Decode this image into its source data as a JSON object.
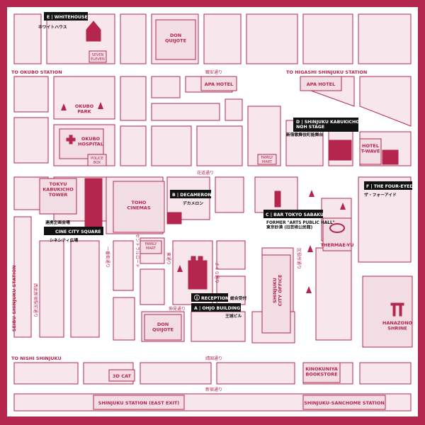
{
  "edges": {
    "top_left": "TO OKUBO STATION",
    "top_right": "TO HIGASHI SHINJUKU STATION",
    "bottom_left": "TO NISHI SHINJUKU",
    "left_vertical": "SEIBU-SHINJUKU STATION"
  },
  "streets": {
    "shokuan": "職安通り",
    "hanamichi": "花道通り",
    "yasukuni": "靖国通り",
    "shinjuku": "新宿通り",
    "central_road": "セントラルロード",
    "kuyakusho": "区役所通り",
    "nishi_seibu": "西武新宿駅前通り",
    "sakura": "さくら通り",
    "ichiban": "一番街通り",
    "nakadori": "伸見通り",
    "ko_street": "東通り"
  },
  "places": {
    "don_quijote_top": "DON\nQUIJOTE",
    "seven_eleven": "SEVEN\nELEVEN",
    "apa_hotel_1": "APA HOTEL",
    "apa_hotel_2": "APA HOTEL",
    "okubo_park": "OKUBO\nPARK",
    "okubo_hospital": "OKUBO\nHOSPITAL",
    "police_box": "POLICE\nBOX",
    "family_mart_1": "FAMILY\nMART",
    "family_mart_2": "FAMILY\nMART",
    "hotel_twave": "HOTEL\nT-WAVE",
    "tokyu_tower": "TOKYU\nKABUKICHO\nTOWER",
    "toho_cinemas": "TOHO\nCINEMAS",
    "thermae_yu": "THERMAE-YU",
    "city_office": "SHINJUKU\nCITY OFFICE",
    "hanazono": "HANAZONO\nSHRINE",
    "don_quijote_bottom": "DON\nQUIJOTE",
    "cat_3d": "3D CAT",
    "kinokuniya": "KINOKUNIYA\nBOOKSTORE",
    "shinjuku_station": "SHINJUKU STATION (EAST EXIT)",
    "sanchome_station": "SHINJUKU-SANCHOME STATION"
  },
  "venues": {
    "E": {
      "label": "E | WHITEHOUSE",
      "sub": "ホワイトハウス"
    },
    "D": {
      "label": "D | SHINJUKU KABUKICHO\nNOH STAGE",
      "sub": "新宿歌舞伎町能舞台"
    },
    "B": {
      "label": "B | DECAMERON",
      "sub": "デカメロン"
    },
    "F": {
      "label": "F | THE FOUR-EYED",
      "sub": "ザ・フォーアイド"
    },
    "C": {
      "label": "C | BAR TOKYO SABAKU",
      "sub": "FORMER \"ARTS PUBLIC HALL\"\n東京砂漠 (旧芸術公民館)"
    },
    "CINE": {
      "label": "CINE CITY SQUARE",
      "pre": "連携企画会場",
      "sub": "シネシティ広場"
    },
    "RECEPTION": {
      "label": "RECEPTION",
      "pre": "i",
      "suffix": "総合受付"
    },
    "A": {
      "label": "A | OHJO BUILDING",
      "sub": "王城ビル"
    }
  },
  "colors": {
    "accent": "#b4264d",
    "block": "#f7e6ec",
    "callout": "#111111"
  }
}
